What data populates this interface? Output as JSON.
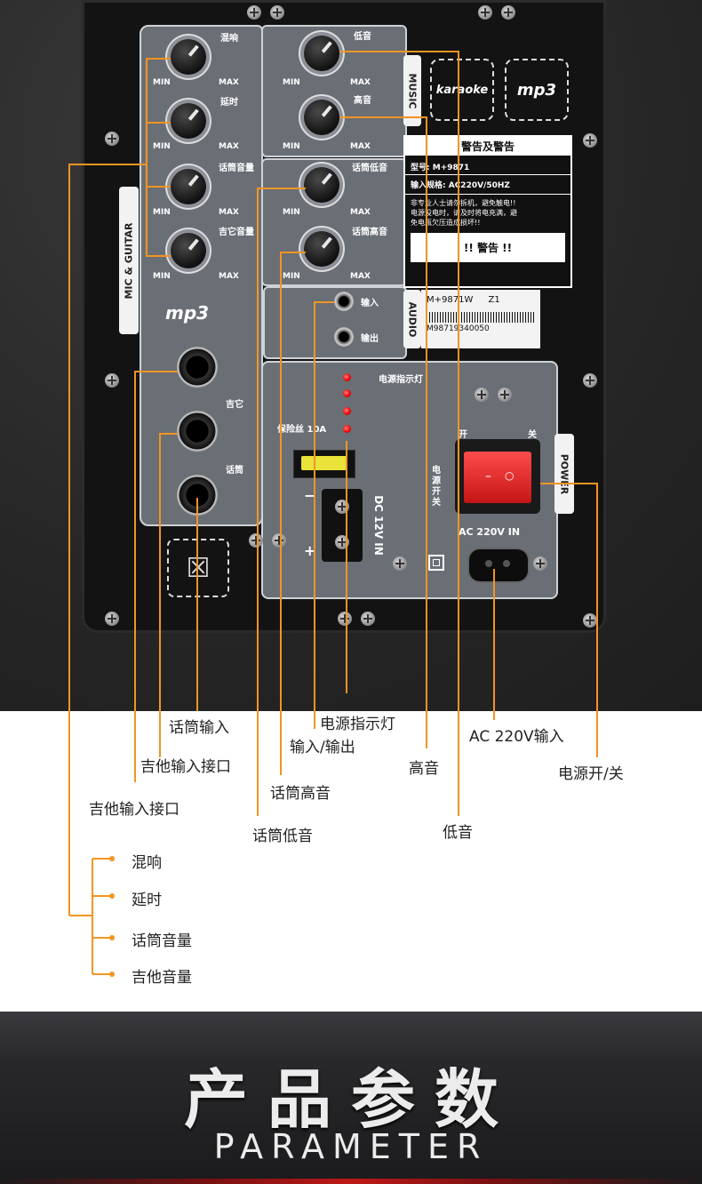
{
  "panel": {
    "knobs_left": [
      {
        "label": "混响",
        "min": "MIN",
        "max": "MAX"
      },
      {
        "label": "延时",
        "min": "MIN",
        "max": "MAX"
      },
      {
        "label": "话筒音量",
        "min": "MIN",
        "max": "MAX"
      },
      {
        "label": "吉它音量",
        "min": "MIN",
        "max": "MAX"
      }
    ],
    "knobs_right": [
      {
        "label": "低音",
        "min": "MIN",
        "max": "MAX"
      },
      {
        "label": "高音",
        "min": "MIN",
        "max": "MAX"
      },
      {
        "label": "话筒低音",
        "min": "MIN",
        "max": "MAX"
      },
      {
        "label": "话筒高音",
        "min": "MIN",
        "max": "MAX"
      }
    ],
    "side_tabs": {
      "music": "MUSIC",
      "mic_guitar": "MIC & GUITAR",
      "audio": "AUDIO",
      "power": "POWER"
    },
    "logos": {
      "karaoke": "karaoke",
      "mp3": "mp3",
      "mp3_panel": "mp3"
    },
    "jacks": {
      "guitar": "吉它",
      "mic": "话筒"
    },
    "audio": {
      "in": "输入",
      "out": "输出"
    },
    "led_label": "电源指示灯",
    "fuse_label": "保险丝 10A",
    "dc_label": "DC 12V IN",
    "dc_minus": "−",
    "dc_plus": "+",
    "switch": {
      "off": "开",
      "on": "关",
      "side": "电源开关",
      "ac": "AC 220V IN"
    },
    "warning": {
      "title": "警告及警告",
      "model": "型号: M+9871",
      "spec": "输入规格: AC220V/50HZ",
      "text1": "非专业人士请勿拆机，避免触电!!",
      "text2": "电源没电时，请及时将电充满，避",
      "text3": "免电瓶欠压造成损坏!!",
      "alert": "!! 警告 !!"
    },
    "sticker": {
      "model": "M+9871W",
      "code": "Z1",
      "serial": "M98719340050"
    }
  },
  "callouts": {
    "mic_input": "话筒输入",
    "guitar_input_1": "吉他输入接口",
    "guitar_input_2": "吉他输入接口",
    "mic_treble": "话筒高音",
    "mic_bass": "话筒低音",
    "power_led": "电源指示灯",
    "audio_io": "输入/输出",
    "treble": "高音",
    "bass": "低音",
    "ac_input": "AC 220V输入",
    "power_switch": "电源开/关",
    "list": [
      "混响",
      "延时",
      "话筒音量",
      "吉他音量"
    ]
  },
  "footer": {
    "title_cn": "产品参数",
    "title_en": "PARAMETER"
  },
  "colors": {
    "accent": "#f39423",
    "panel": "#6a6f76",
    "footer": "#1f1f22"
  }
}
